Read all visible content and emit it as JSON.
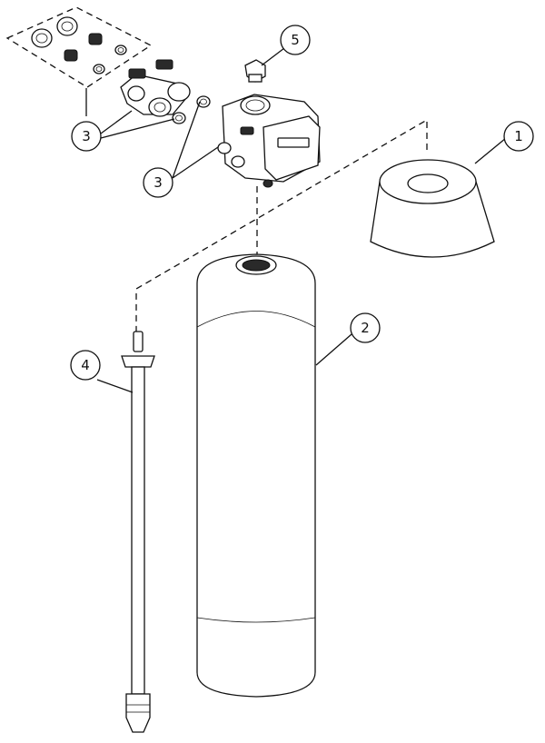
{
  "diagram": {
    "callouts": [
      {
        "id": "callout-1",
        "label": "1"
      },
      {
        "id": "callout-2",
        "label": "2"
      },
      {
        "id": "callout-3a",
        "label": "3"
      },
      {
        "id": "callout-3b",
        "label": "3"
      },
      {
        "id": "callout-4",
        "label": "4"
      },
      {
        "id": "callout-5",
        "label": "5"
      }
    ]
  }
}
